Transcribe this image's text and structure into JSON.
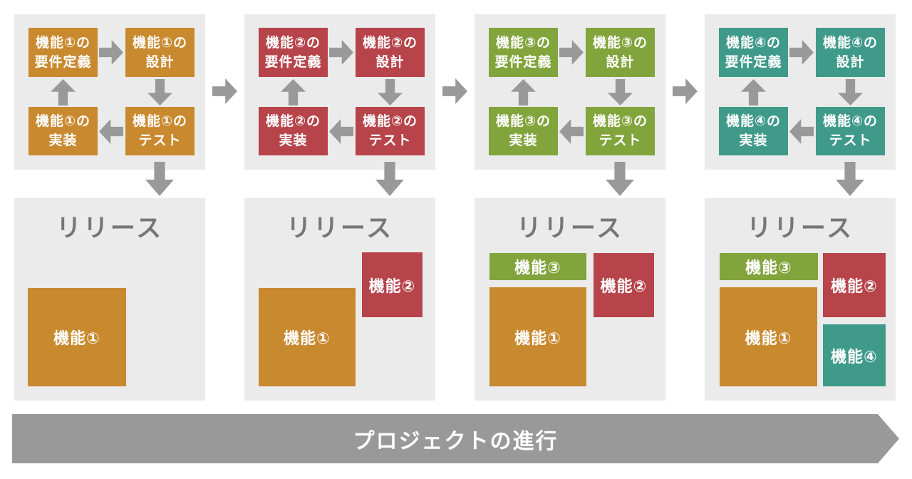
{
  "colors": {
    "f1": "#C9892E",
    "f2": "#B6444A",
    "f3": "#82A43C",
    "f4": "#3F9A8A",
    "panel": "#EBEBEB",
    "arrow": "#999999",
    "title": "#767676",
    "banner": "#999999"
  },
  "icons": [
    "arrow-right-icon",
    "arrow-down-icon",
    "arrow-left-icon",
    "arrow-up-icon",
    "progress-banner-arrow"
  ],
  "cycles": [
    {
      "feature": "機能①",
      "stages": [
        {
          "line1": "機能①の",
          "line2": "要件定義"
        },
        {
          "line1": "機能①の",
          "line2": "設計"
        },
        {
          "line1": "機能①の",
          "line2": "テスト"
        },
        {
          "line1": "機能①の",
          "line2": "実装"
        }
      ]
    },
    {
      "feature": "機能②",
      "stages": [
        {
          "line1": "機能②の",
          "line2": "要件定義"
        },
        {
          "line1": "機能②の",
          "line2": "設計"
        },
        {
          "line1": "機能②の",
          "line2": "テスト"
        },
        {
          "line1": "機能②の",
          "line2": "実装"
        }
      ]
    },
    {
      "feature": "機能③",
      "stages": [
        {
          "line1": "機能③の",
          "line2": "要件定義"
        },
        {
          "line1": "機能③の",
          "line2": "設計"
        },
        {
          "line1": "機能③の",
          "line2": "テスト"
        },
        {
          "line1": "機能③の",
          "line2": "実装"
        }
      ]
    },
    {
      "feature": "機能④",
      "stages": [
        {
          "line1": "機能④の",
          "line2": "要件定義"
        },
        {
          "line1": "機能④の",
          "line2": "設計"
        },
        {
          "line1": "機能④の",
          "line2": "テスト"
        },
        {
          "line1": "機能④の",
          "line2": "実装"
        }
      ]
    }
  ],
  "releases": [
    {
      "title": "リリース",
      "features": [
        {
          "label": "機能①"
        }
      ]
    },
    {
      "title": "リリース",
      "features": [
        {
          "label": "機能①"
        },
        {
          "label": "機能②"
        }
      ]
    },
    {
      "title": "リリース",
      "features": [
        {
          "label": "機能①"
        },
        {
          "label": "機能②"
        },
        {
          "label": "機能③"
        }
      ]
    },
    {
      "title": "リリース",
      "features": [
        {
          "label": "機能①"
        },
        {
          "label": "機能②"
        },
        {
          "label": "機能③"
        },
        {
          "label": "機能④"
        }
      ]
    }
  ],
  "banner": {
    "label": "プロジェクトの進行"
  }
}
